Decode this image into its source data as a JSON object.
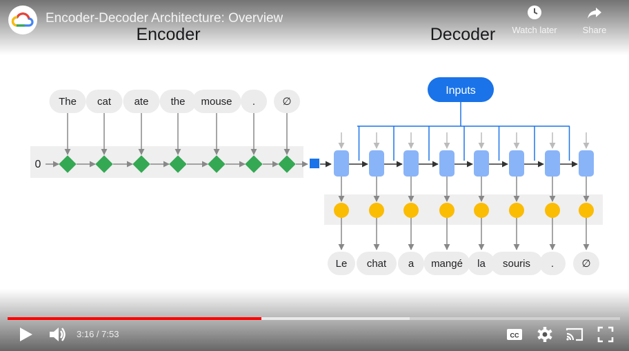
{
  "player": {
    "title": "Encoder-Decoder Architecture: Overview",
    "watch_later_label": "Watch later",
    "share_label": "Share",
    "time_display": "3:16 / 7:53",
    "progress_played": 0.414,
    "progress_buffered": 0.656,
    "brand_colors": {
      "progress": "#ff0000"
    }
  },
  "slide": {
    "encoder_label": "Encoder",
    "decoder_label": "Decoder",
    "initial_state": "0",
    "inputs_label": "Inputs",
    "encoder_tokens": [
      "The",
      "cat",
      "ate",
      "the",
      "mouse",
      ".",
      "∅"
    ],
    "decoder_tokens": [
      "Le",
      "chat",
      "a",
      "mangé",
      "la",
      "souris",
      ".",
      "∅"
    ],
    "colors": {
      "encoder_node": "#34a853",
      "context_node": "#1a73e8",
      "decoder_cell": "#8ab4f8",
      "output_node": "#fbbc04",
      "inputs_pill": "#1a73e8",
      "token_bg": "#ececec"
    }
  }
}
